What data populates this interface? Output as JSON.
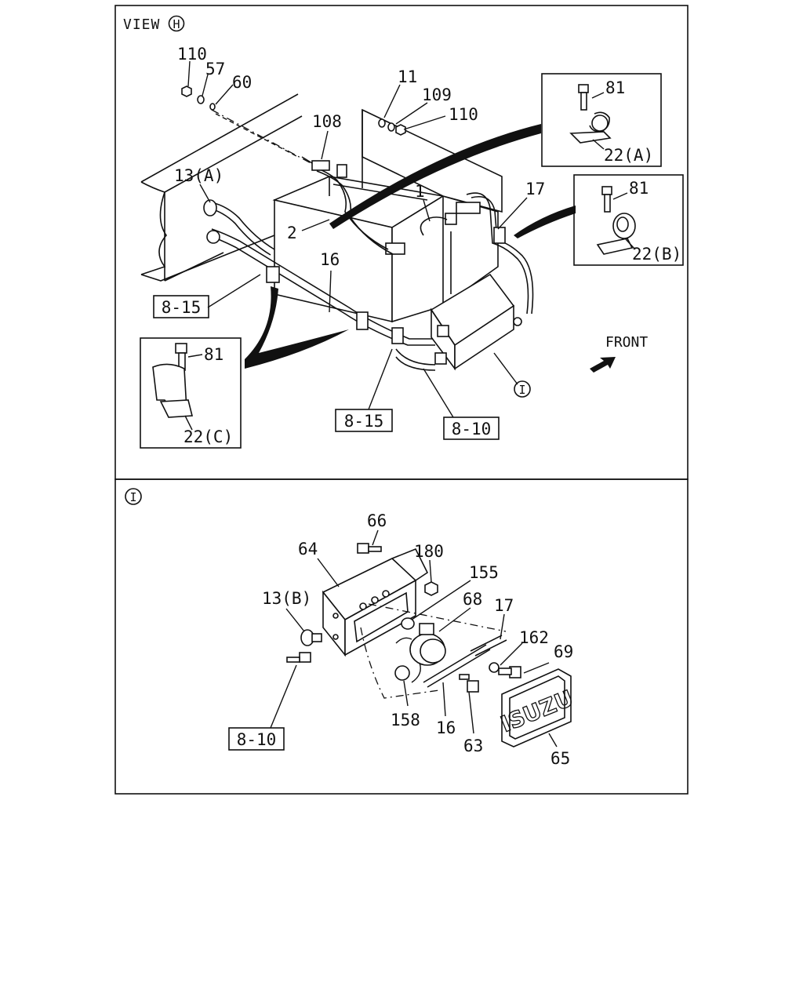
{
  "view_h": {
    "view_label": "VIEW",
    "view_circle": "H",
    "parts": {
      "p110a": "110",
      "p57": "57",
      "p60": "60",
      "p11": "11",
      "p109": "109",
      "p110b": "110",
      "p108": "108",
      "p13a": "13(A)",
      "p1": "1",
      "p2": "2",
      "p16": "16",
      "p17": "17",
      "p81a": "81",
      "p22a": "22(A)",
      "p81b": "81",
      "p22b": "22(B)",
      "p81c": "81",
      "p22c": "22(C)"
    },
    "refs": {
      "r815a": "8-15",
      "r815b": "8-15",
      "r810": "8-10"
    },
    "front_label": "FRONT",
    "view_i_marker": "I"
  },
  "view_i": {
    "circle": "I",
    "parts": {
      "p66": "66",
      "p64": "64",
      "p180": "180",
      "p155": "155",
      "p68": "68",
      "p17": "17",
      "p13b": "13(B)",
      "p162": "162",
      "p69": "69",
      "p158": "158",
      "p16": "16",
      "p63": "63",
      "p65": "65"
    },
    "refs": {
      "r810": "8-10"
    },
    "logo_text": "ISUZU"
  }
}
